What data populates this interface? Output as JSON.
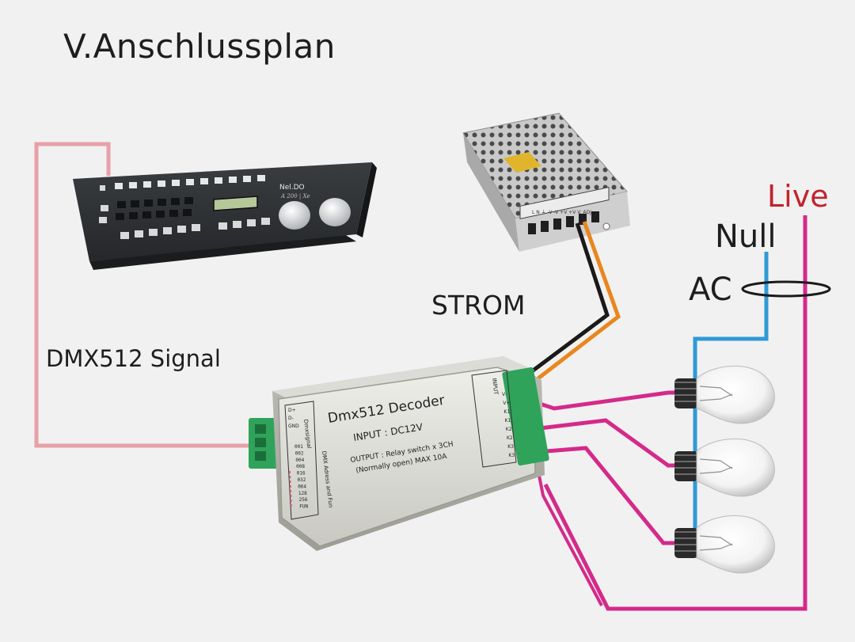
{
  "title": "V.Anschlussplan",
  "labels": {
    "dmx_signal": "DMX512 Signal",
    "strom": "STROM",
    "null": "Null",
    "live": "Live",
    "ac": "AC"
  },
  "console": {
    "brand": "Nel.DO",
    "model": "A 200 | Xe"
  },
  "decoder": {
    "name": "Dmx512 Decoder",
    "input": "INPUT : DC12V",
    "output_line1": "OUTPUT : Relay switch x 3CH",
    "output_line2": "(Normally open)  MAX 10A",
    "left_terminal_label": "Dmxsignal",
    "left_terminal_pins": [
      "D+",
      "D-",
      "GND"
    ],
    "dip_title": "DMX Adress and Fun",
    "dip_values": [
      "001",
      "002",
      "004",
      "008",
      "016",
      "032",
      "064",
      "128",
      "256",
      "FUN"
    ],
    "right_terminal_label": "INPUT",
    "right_terminal_pins": [
      "V-",
      "V+",
      "K1",
      "K1",
      "K2",
      "K2",
      "K3",
      "K3"
    ]
  },
  "psu": {
    "terminals": [
      "L",
      "N",
      "⏚",
      "-V",
      "-V",
      "+V",
      "+V",
      "V. ADJ"
    ]
  },
  "colors": {
    "dmx_wire": "#e8a0a8",
    "live_wire": "#d42a8a",
    "null_wire": "#2f9ad6",
    "dc_positive": "#e8871e",
    "dc_negative": "#1a1a1a",
    "live_text": "#c0242c"
  }
}
